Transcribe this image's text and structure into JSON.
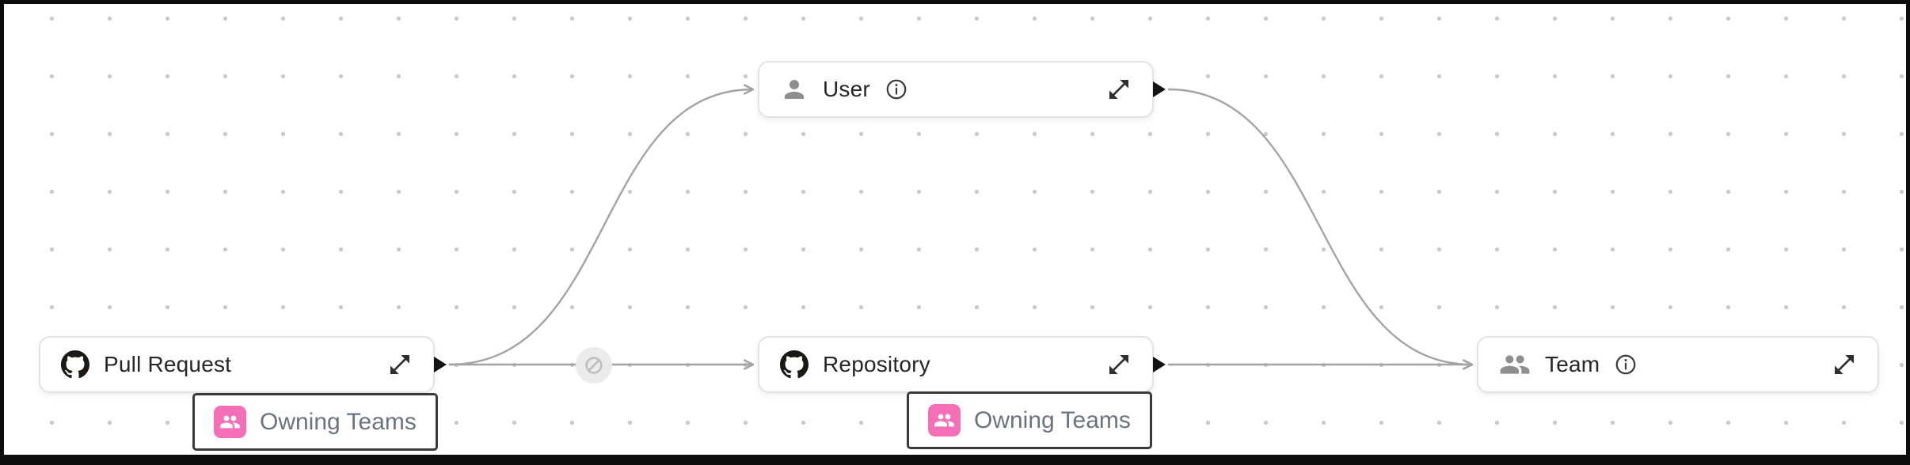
{
  "canvas": {
    "background": "#ffffff",
    "dot_color": "#c9c9c9",
    "frame_border_color": "#0c0c0c",
    "edge_color": "#a3a3a3",
    "handle_color": "#141414"
  },
  "nodes": [
    {
      "id": "pull-request",
      "label": "Pull Request",
      "icon": "github-icon",
      "info_icon": false
    },
    {
      "id": "user",
      "label": "User",
      "icon": "user-icon",
      "info_icon": true
    },
    {
      "id": "repository",
      "label": "Repository",
      "icon": "github-icon",
      "info_icon": false
    },
    {
      "id": "team",
      "label": "Team",
      "icon": "team-icon",
      "info_icon": true
    }
  ],
  "edges": [
    {
      "from": "pull-request",
      "to": "user"
    },
    {
      "from": "pull-request",
      "to": "repository",
      "mid_icon": "hidden-edge-icon"
    },
    {
      "from": "user",
      "to": "team"
    },
    {
      "from": "repository",
      "to": "team"
    }
  ],
  "edge_labels": [
    {
      "label": "Owning Teams",
      "icon": "owning-teams-icon",
      "icon_bg": "#f56fb8"
    },
    {
      "label": "Owning Teams",
      "icon": "owning-teams-icon",
      "icon_bg": "#f56fb8"
    }
  ]
}
